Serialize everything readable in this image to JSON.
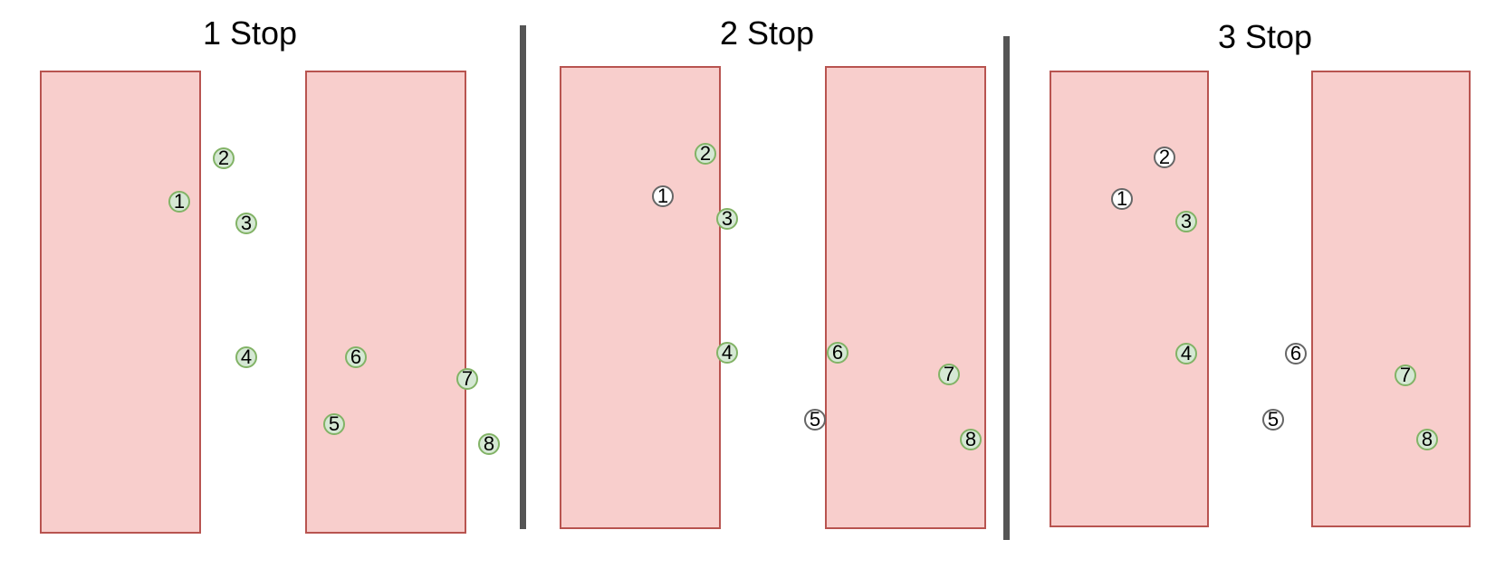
{
  "colors": {
    "box_fill": "#f8cecc",
    "box_border": "#b85450",
    "active_fill": "#d5e8d4",
    "active_border": "#82b366",
    "inactive_fill": "#ffffff",
    "inactive_border": "#666666",
    "divider": "#555555"
  },
  "panels": [
    {
      "title": "1 Stop",
      "nodes": [
        {
          "label": "1",
          "state": "active"
        },
        {
          "label": "2",
          "state": "active"
        },
        {
          "label": "3",
          "state": "active"
        },
        {
          "label": "4",
          "state": "active"
        },
        {
          "label": "5",
          "state": "active"
        },
        {
          "label": "6",
          "state": "active"
        },
        {
          "label": "7",
          "state": "active"
        },
        {
          "label": "8",
          "state": "active"
        }
      ]
    },
    {
      "title": "2 Stop",
      "nodes": [
        {
          "label": "1",
          "state": "inactive"
        },
        {
          "label": "2",
          "state": "active"
        },
        {
          "label": "3",
          "state": "active"
        },
        {
          "label": "4",
          "state": "active"
        },
        {
          "label": "5",
          "state": "inactive"
        },
        {
          "label": "6",
          "state": "active"
        },
        {
          "label": "7",
          "state": "active"
        },
        {
          "label": "8",
          "state": "active"
        }
      ]
    },
    {
      "title": "3 Stop",
      "nodes": [
        {
          "label": "1",
          "state": "inactive"
        },
        {
          "label": "2",
          "state": "inactive"
        },
        {
          "label": "3",
          "state": "active"
        },
        {
          "label": "4",
          "state": "active"
        },
        {
          "label": "5",
          "state": "inactive"
        },
        {
          "label": "6",
          "state": "inactive"
        },
        {
          "label": "7",
          "state": "active"
        },
        {
          "label": "8",
          "state": "active"
        }
      ]
    }
  ]
}
